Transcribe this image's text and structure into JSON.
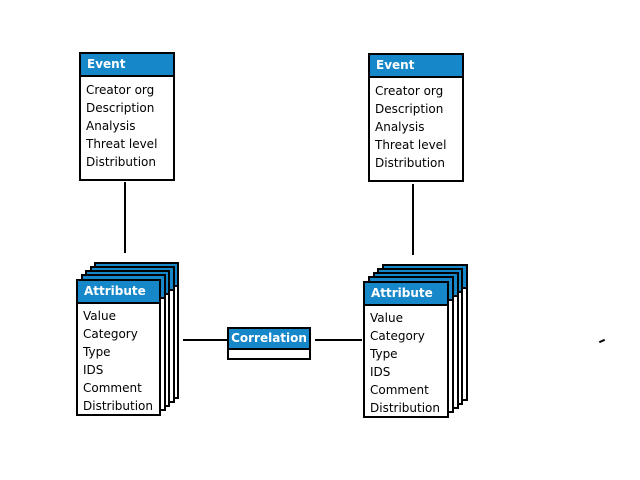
{
  "diagram": {
    "background_color": "#ffffff",
    "accent_color": "#1687c9",
    "line_color": "#000000",
    "event_left": {
      "title": "Event",
      "fields": [
        "Creator org",
        "Description",
        "Analysis",
        "Threat level",
        "Distribution"
      ]
    },
    "event_right": {
      "title": "Event",
      "fields": [
        "Creator org",
        "Description",
        "Analysis",
        "Threat level",
        "Distribution"
      ]
    },
    "attribute_left": {
      "title": "Attribute",
      "stack_count": 5,
      "fields": [
        "Value",
        "Category",
        "Type",
        "IDS",
        "Comment",
        "Distribution"
      ]
    },
    "attribute_right": {
      "title": "Attribute",
      "stack_count": 5,
      "fields": [
        "Value",
        "Category",
        "Type",
        "IDS",
        "Comment",
        "Distribution"
      ]
    },
    "correlation": {
      "label": "Correlation"
    }
  }
}
